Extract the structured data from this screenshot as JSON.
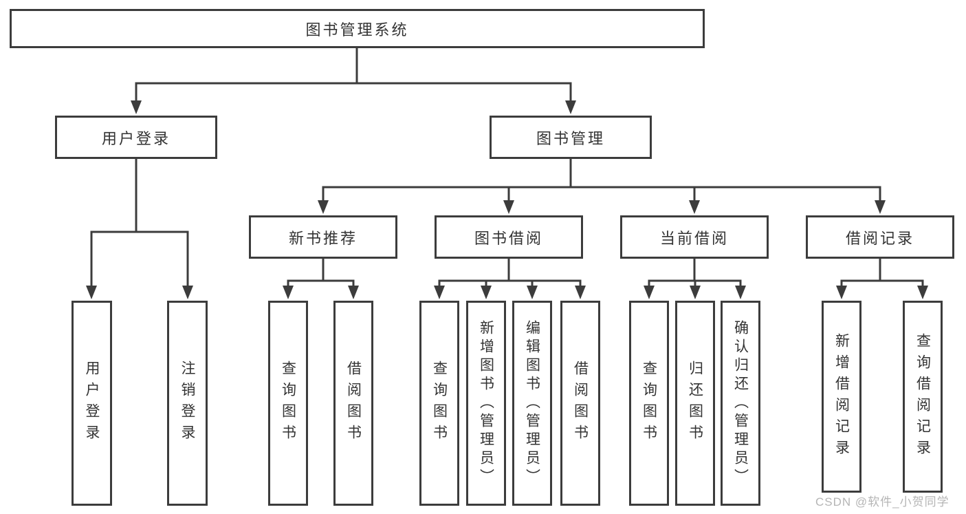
{
  "nodes": {
    "root": "图书管理系统",
    "user_login": "用户登录",
    "book_management": "图书管理",
    "new_book_recommend": "新书推荐",
    "book_borrowing": "图书借阅",
    "current_borrowing": "当前借阅",
    "borrowing_records": "借阅记录",
    "login_user_login": "用户登录",
    "login_logout": "注销登录",
    "rec_query_books": "查询图书",
    "rec_borrow_books": "借阅图书",
    "bb_query_books": "查询图书",
    "bb_add_books": "新增图书（管理员）",
    "bb_edit_books": "编辑图书（管理员）",
    "bb_borrow_books": "借阅图书",
    "cb_query_books": "查询图书",
    "cb_return_books": "归还图书",
    "cb_confirm_return": "确认归还（管理员）",
    "br_add_record": "新增借阅记录",
    "br_query_record": "查询借阅记录"
  },
  "watermark": "CSDN @软件_小贺同学",
  "colors": {
    "line": "#3c3c3c",
    "text": "#333333",
    "watermark": "#b5b5b5",
    "background": "#ffffff"
  }
}
